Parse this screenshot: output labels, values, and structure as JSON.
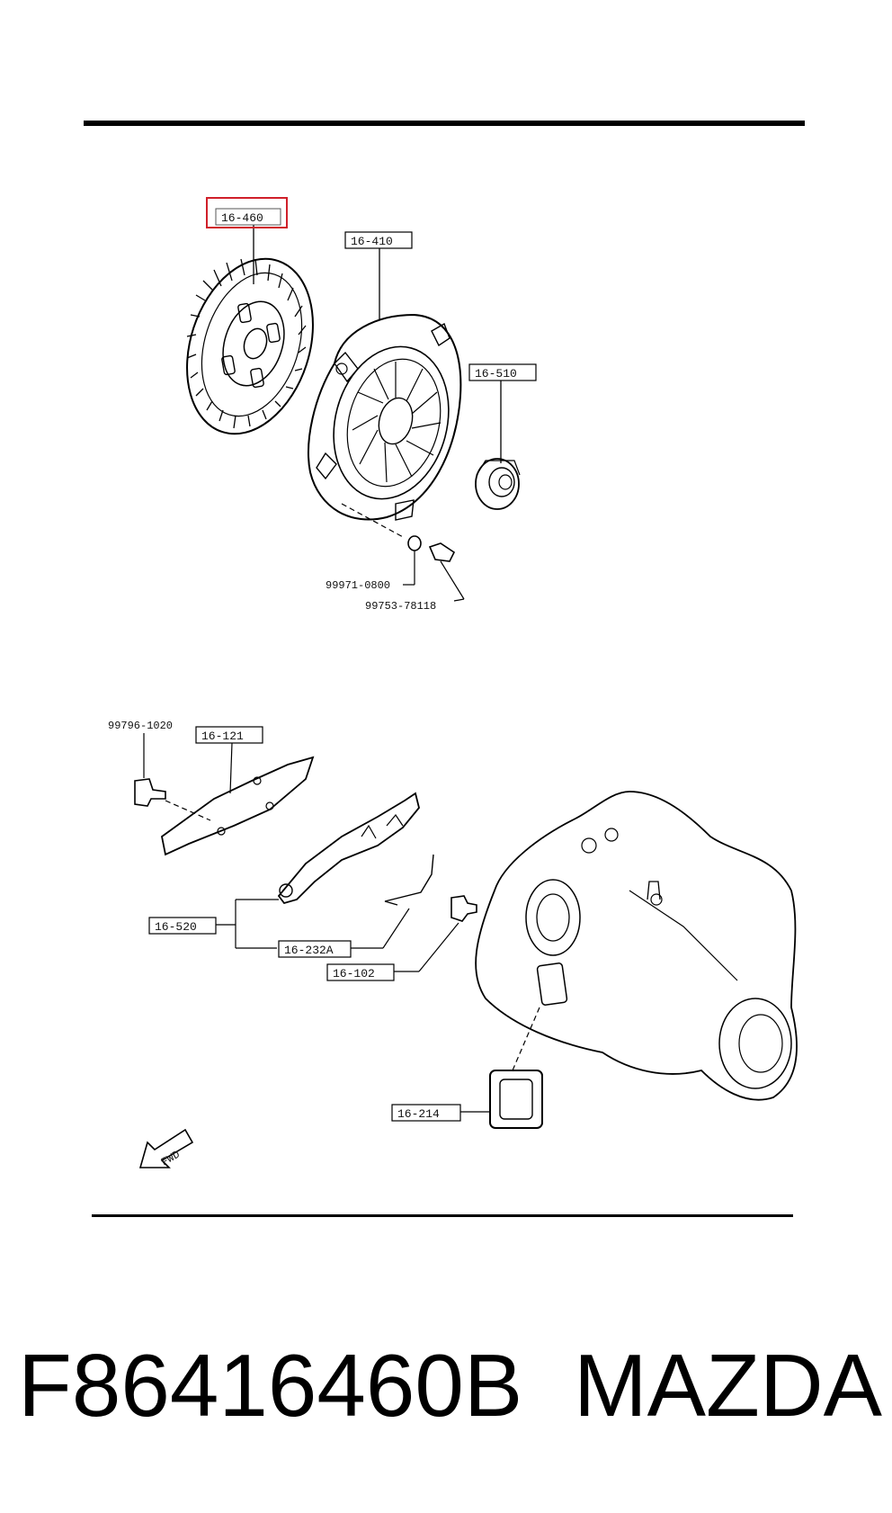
{
  "diagram": {
    "callouts": {
      "clutch_disc": "16-460",
      "pressure_plate": "16-410",
      "release_bearing": "16-510",
      "washer": "99971-0800",
      "bolt": "99753-78118",
      "bolt_2": "99796-1020",
      "plate": "16-121",
      "release_fork": "16-520",
      "spring": "16-232A",
      "pivot": "16-102",
      "boot": "16-214"
    },
    "fwd_label": "FWD",
    "highlight_color": "#d0202a"
  },
  "caption": {
    "part_number": "F86416460B",
    "brand": "MAZDA"
  }
}
